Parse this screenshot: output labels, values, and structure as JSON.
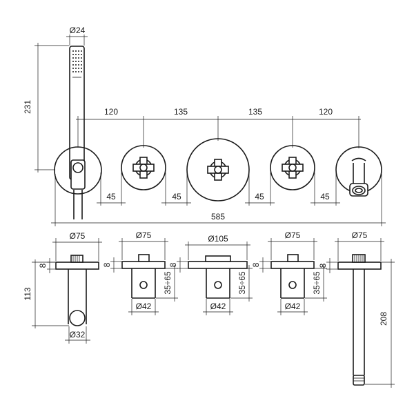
{
  "top_view": {
    "handshower_diameter": "Ø24",
    "handshower_height": "231",
    "spacing_1": "120",
    "spacing_2": "135",
    "spacing_3": "135",
    "spacing_4": "120",
    "gap_1": "45",
    "gap_2": "45",
    "gap_3": "45",
    "gap_4": "45",
    "total_width": "585"
  },
  "side_views": {
    "holder": {
      "plate_diameter": "Ø75",
      "plate_thickness": "8",
      "depth": "113",
      "pipe_diameter": "Ø32"
    },
    "mixer_left": {
      "plate_diameter": "Ø75",
      "plate_thickness": "8",
      "depth_range": "35÷65",
      "body_diameter": "Ø42"
    },
    "mixer_center": {
      "plate_diameter": "Ø105",
      "plate_thickness": "8",
      "depth_range": "35÷65",
      "body_diameter": "Ø42"
    },
    "mixer_right": {
      "plate_diameter": "Ø75",
      "plate_thickness": "8",
      "depth_range": "35÷65",
      "body_diameter": "Ø42"
    },
    "spout": {
      "plate_diameter": "Ø75",
      "plate_thickness": "8",
      "length": "208"
    }
  }
}
